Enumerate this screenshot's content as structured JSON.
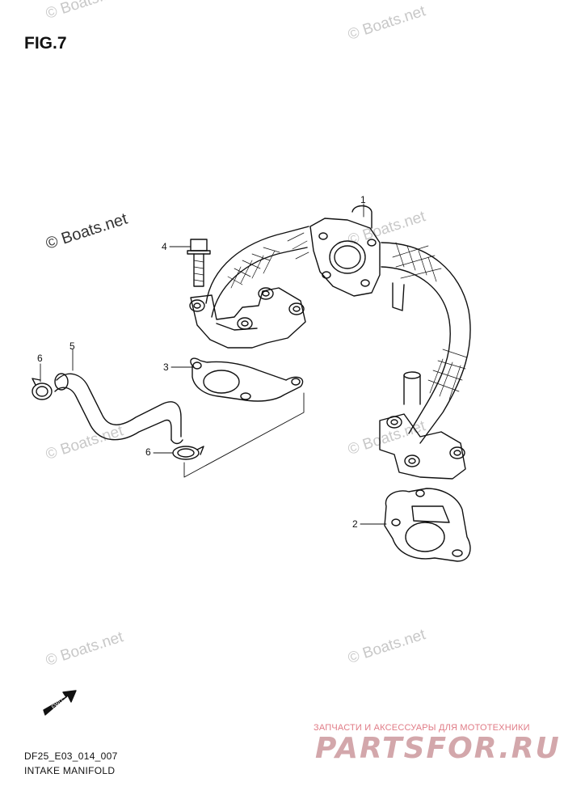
{
  "figure": {
    "label": "FIG.7"
  },
  "callouts": [
    {
      "id": "1",
      "text": "1"
    },
    {
      "id": "2",
      "text": "2"
    },
    {
      "id": "3",
      "text": "3"
    },
    {
      "id": "4",
      "text": "4"
    },
    {
      "id": "5",
      "text": "5"
    },
    {
      "id": "6a",
      "text": "6"
    },
    {
      "id": "6b",
      "text": "6"
    }
  ],
  "footer": {
    "code": "DF25_E03_014_007",
    "title": "INTAKE MANIFOLD"
  },
  "watermarks": {
    "text": "© Boats.net"
  },
  "shop": {
    "subtitle": "ЗАПЧАСТИ И АКСЕССУАРЫ ДЛЯ МОТОТЕХНИКИ",
    "logo": "PARTSFOR.RU"
  },
  "icons": {
    "fwd": "FWD"
  },
  "colors": {
    "line": "#111111",
    "watermark": "#c8c8c8",
    "shop_accent": "#e07b86"
  }
}
